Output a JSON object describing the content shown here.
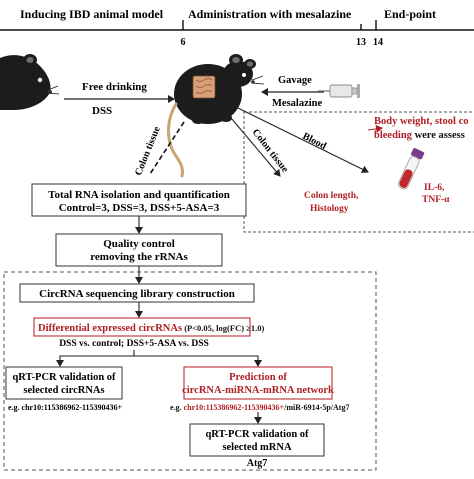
{
  "timeline": {
    "header_left": "Inducing IBD animal model",
    "header_mid": "Administration with mesalazine",
    "header_right": "End-point",
    "ticks": [
      "6",
      "13",
      "14"
    ]
  },
  "induction": {
    "free_drinking": "Free drinking",
    "dss": "DSS"
  },
  "administration": {
    "gavage": "Gavage",
    "mesalazine": "Mesalazine"
  },
  "branches": {
    "colon_tissue_vertical": "Colon tissue",
    "colon_tissue_diag": "Colon tissue",
    "blood": "Blood",
    "colon_length": "Colon length,",
    "histology": "Histology",
    "blood_markers_1": "IL-6,",
    "blood_markers_2": "TNF-α"
  },
  "observation": {
    "line1_red": "Body weight, stool co",
    "line2_red": "bleeding",
    "line2_black": " were assess"
  },
  "steps": {
    "rna_title": "Total RNA isolation and quantification",
    "rna_groups": "Control=3, DSS=3, DSS+5-ASA=3",
    "qc_line1": "Quality control",
    "qc_line2": "removing the rRNAs",
    "library": "CircRNA sequencing library construction",
    "dec_red": "Differential expressed circRNAs",
    "dec_black": " (P<0.05, log(FC) ≥1.0)",
    "comparison": "DSS vs. control; DSS+5-ASA vs. DSS",
    "qpcr_circ_1": "qRT-PCR validation of",
    "qpcr_circ_2": "selected circRNAs",
    "qpcr_circ_eg": "e.g. chr10:115386962-115390436+",
    "pred_1": "Prediction   of",
    "pred_2": "circRNA-miRNA-mRNA network",
    "pred_eg_prefix": "e.g. ",
    "pred_eg_red": "chr10:115386962-115390436+",
    "pred_eg_black": "/miR-6914-5p/Atg7",
    "qpcr_mrna_1": "qRT-PCR validation of",
    "qpcr_mrna_2": "selected mRNA",
    "qpcr_mrna_3": "Atg7"
  },
  "colors": {
    "accent_red": "#b01e22",
    "box_border": "#333333",
    "tube_red": "#c0282d",
    "tube_cap": "#7a3d8c"
  },
  "icons": [
    "mouse-icon",
    "mouse-icon",
    "syringe-icon",
    "blood-tube-icon",
    "intestine-icon"
  ]
}
